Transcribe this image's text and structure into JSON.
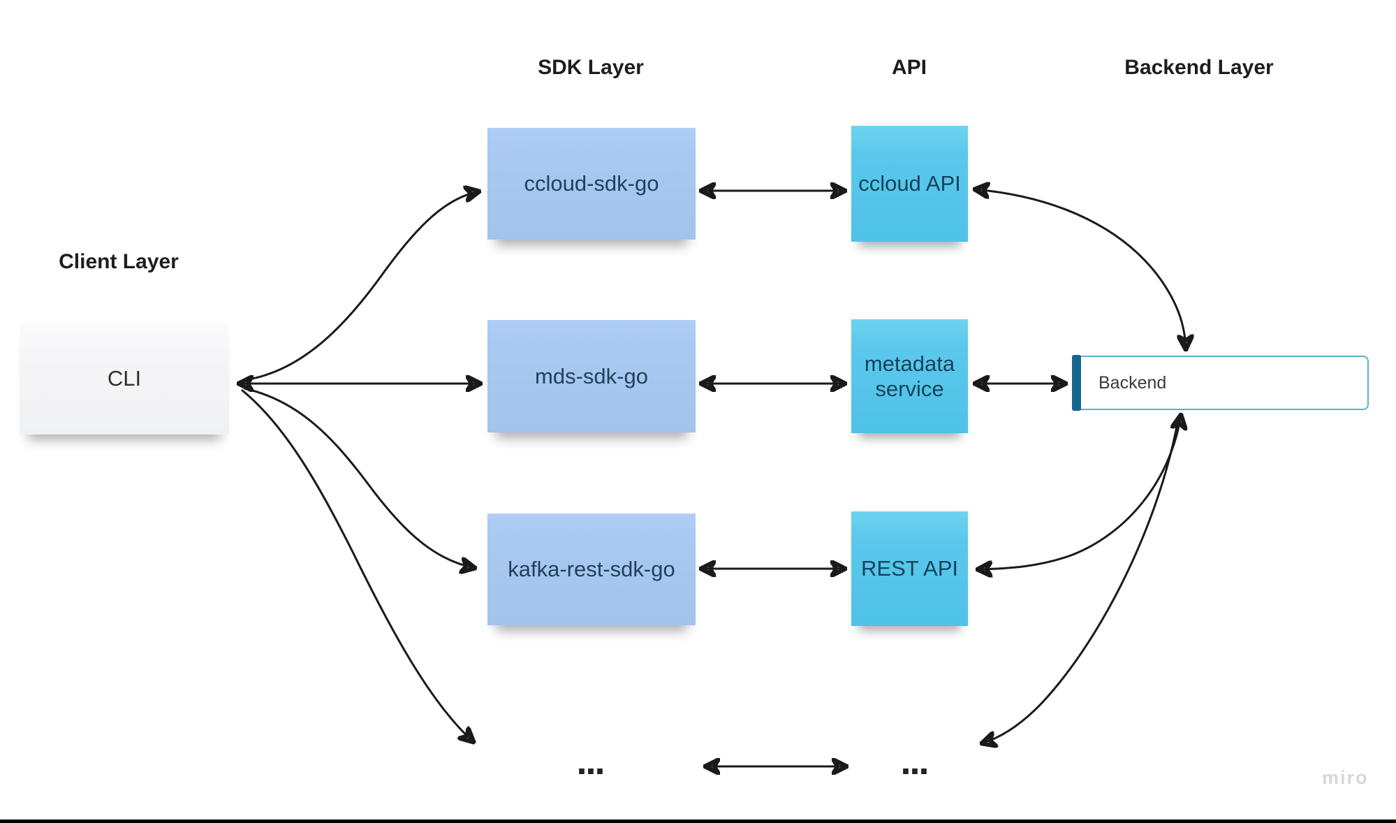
{
  "headers": {
    "client": "Client Layer",
    "sdk": "SDK Layer",
    "api": "API",
    "backend": "Backend Layer"
  },
  "nodes": {
    "cli": {
      "label": "CLI"
    },
    "sdk": [
      {
        "label": "ccloud-sdk-go"
      },
      {
        "label": "mds-sdk-go"
      },
      {
        "label": "kafka-rest-sdk-go"
      }
    ],
    "api": [
      {
        "label": "ccloud API"
      },
      {
        "label": "metadata service"
      },
      {
        "label": "REST API"
      }
    ],
    "backend": {
      "label": "Backend"
    }
  },
  "ellipsis": {
    "sdk": "...",
    "api": "..."
  },
  "watermark": "miro",
  "colors": {
    "sdk_sticky": "#a6c7ef",
    "api_sticky": "#57c6ea",
    "cli_sticky": "#f4f4f6",
    "backend_border": "#62aed0",
    "backend_accent": "#15668e",
    "arrow": "#1a1a1a"
  }
}
